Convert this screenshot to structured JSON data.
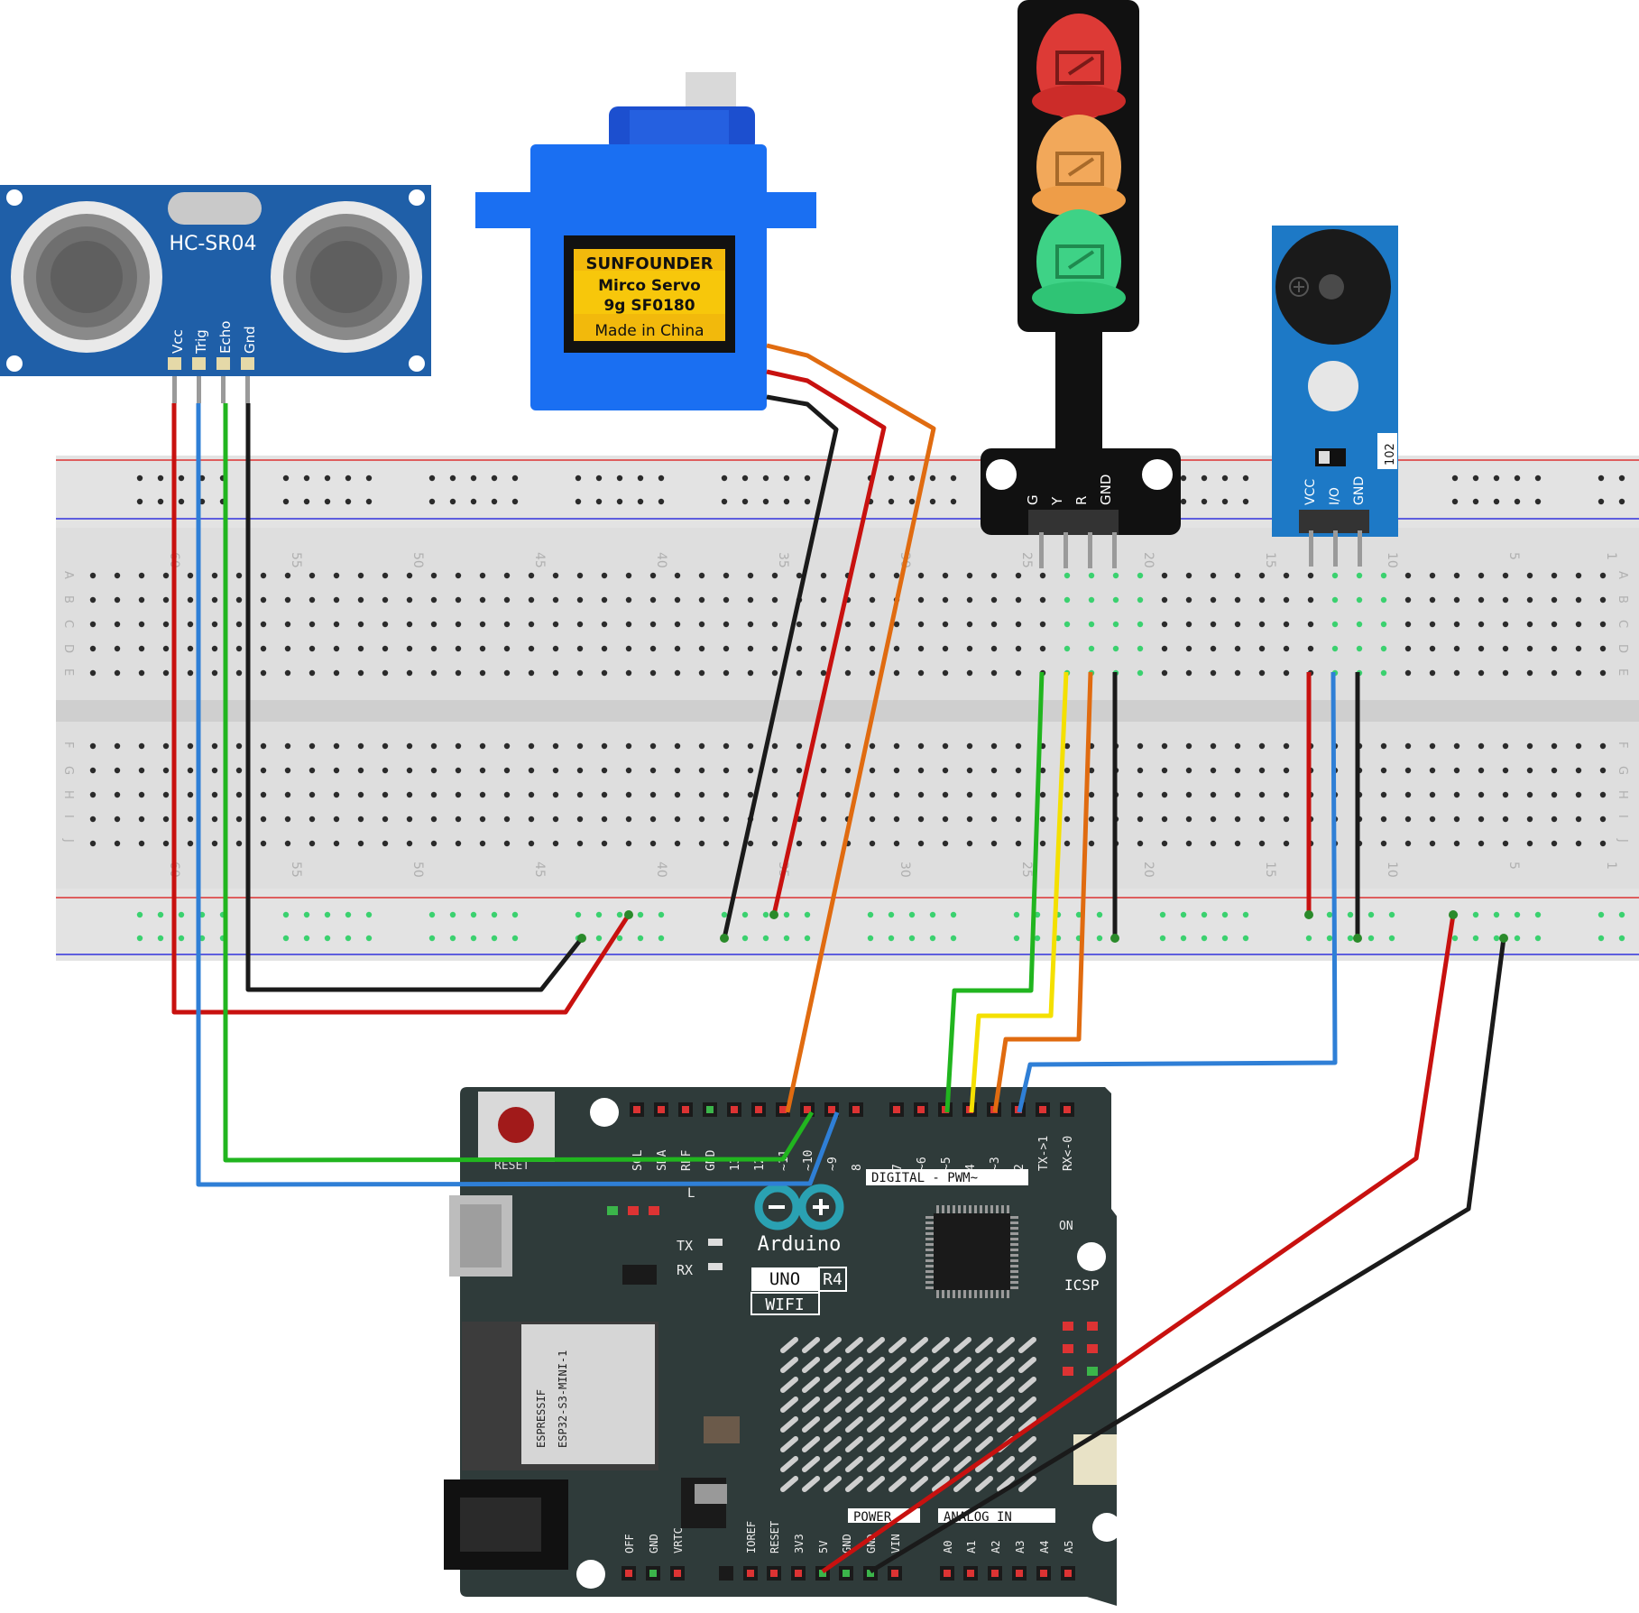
{
  "colors": {
    "wire_red": "#c8110f",
    "wire_black": "#1a1a1a",
    "wire_blue": "#2f7fd6",
    "wire_green": "#21b51f",
    "wire_yellow": "#f4e000",
    "wire_orange": "#e06b10",
    "board": "#2f3b3a",
    "sensor_blue": "#1f5fa8",
    "servo_blue": "#1a6ff2",
    "module_blue": "#1d79c6"
  },
  "ultrasonic": {
    "title": "HC-SR04",
    "pins": [
      "Vcc",
      "Trig",
      "Echo",
      "Gnd"
    ]
  },
  "servo": {
    "brand": "SUNFOUNDER",
    "line1": "Mirco Servo",
    "line2": "9g SF0180",
    "line3": "Made in China"
  },
  "traffic": {
    "pins": [
      "G",
      "Y",
      "R",
      "GND"
    ]
  },
  "buzzer": {
    "pins": [
      "VCC",
      "I/O",
      "GND"
    ],
    "code": "102"
  },
  "breadboard": {
    "top_numbers": [
      "60",
      "55",
      "50",
      "45",
      "40",
      "35",
      "30",
      "25",
      "20",
      "15",
      "10",
      "5",
      "1"
    ],
    "bottom_numbers": [
      "60",
      "55",
      "50",
      "45",
      "40",
      "35",
      "30",
      "25",
      "20",
      "15",
      "10",
      "5",
      "1"
    ],
    "rows_top": [
      "A",
      "B",
      "C",
      "D",
      "E"
    ],
    "rows_bottom": [
      "F",
      "G",
      "H",
      "I",
      "J"
    ]
  },
  "arduino": {
    "reset_label": "RESET",
    "top_header": [
      "SCL",
      "SDA",
      "REF",
      "GND",
      "13",
      "12",
      "~11",
      "~10",
      "~9",
      "8",
      "7",
      "~6",
      "~5",
      "4",
      "~3",
      "2",
      "TX->1",
      "RX<-0"
    ],
    "digital_label": "DIGITAL - PWM~",
    "l_label": "L",
    "tx_label": "TX",
    "rx_label": "RX",
    "brand": "Arduino",
    "model": "UNO",
    "rev": "R4",
    "wifi": "WIFI",
    "on_label": "ON",
    "icsp_label": "ICSP",
    "module_line1": "ESPRESSIF",
    "module_line2": "ESP32-S3-MINI-1",
    "power_label": "POWER",
    "analog_label": "ANALOG IN",
    "bottom_left": [
      "OFF",
      "GND",
      "VRTC"
    ],
    "bottom_power": [
      "IOREF",
      "RESET",
      "3V3",
      "5V",
      "GND",
      "GND",
      "VIN"
    ],
    "bottom_analog": [
      "A0",
      "A1",
      "A2",
      "A3",
      "A4",
      "A5"
    ]
  }
}
